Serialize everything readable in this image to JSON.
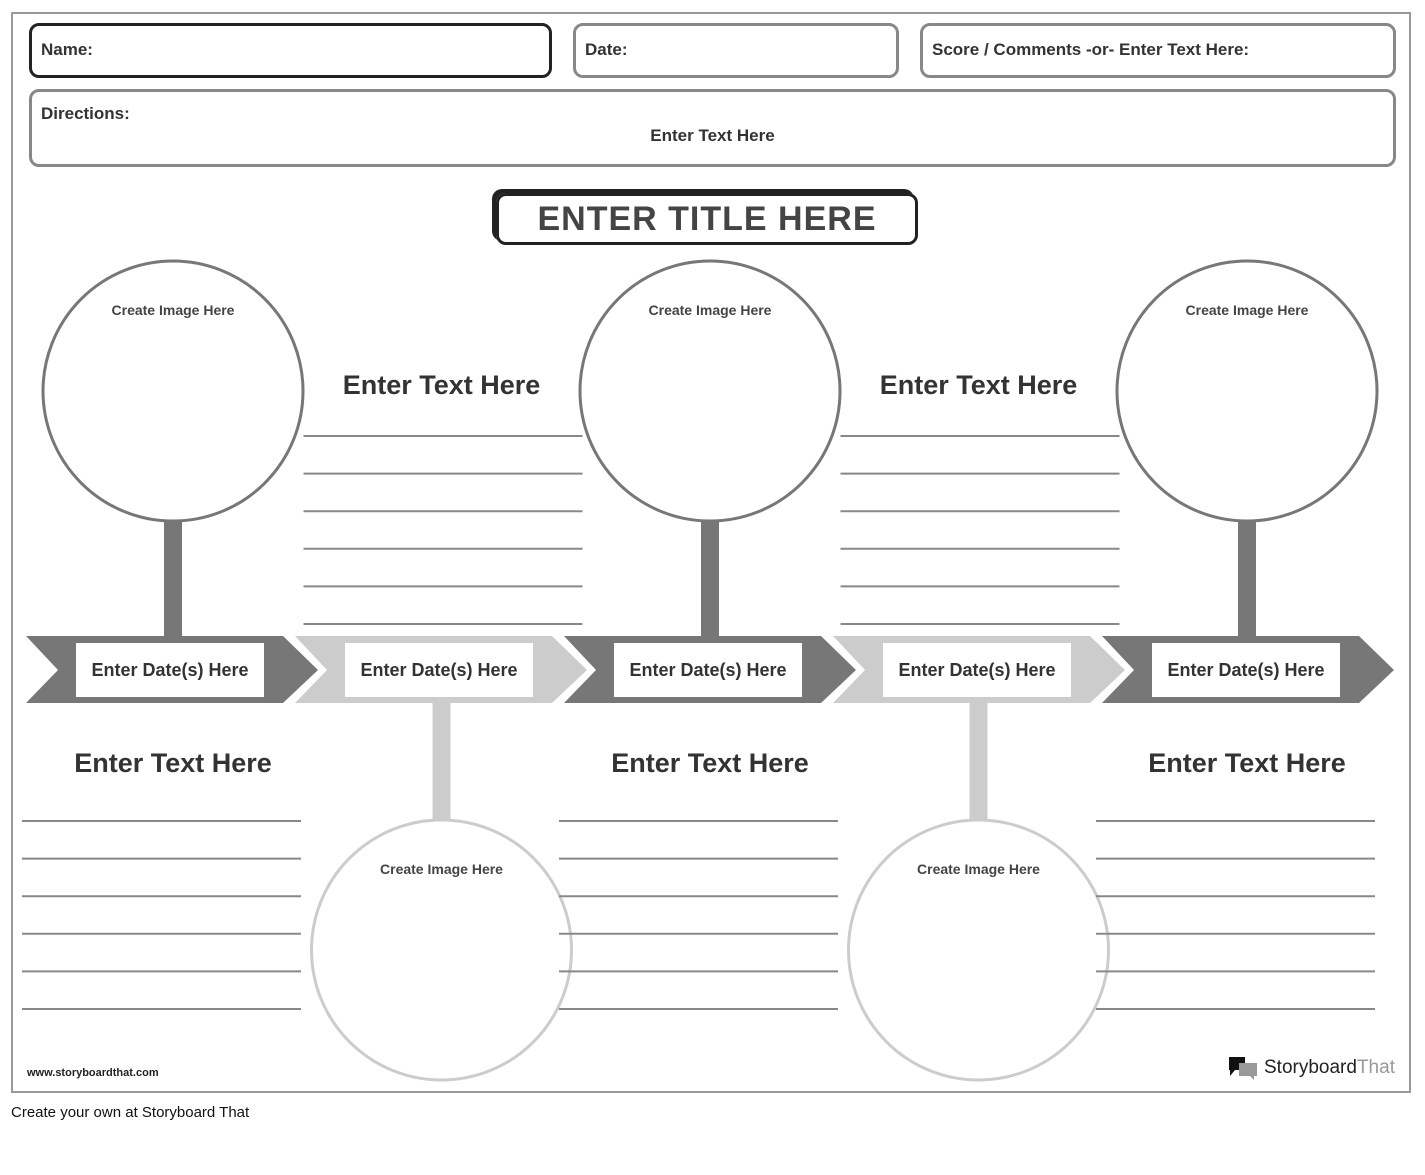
{
  "header": {
    "name_label": "Name:",
    "date_label": "Date:",
    "score_label": "Score / Comments -or- Enter Text Here:"
  },
  "directions": {
    "label": "Directions:",
    "text": "Enter Text Here"
  },
  "title": "ENTER TITLE HERE",
  "events": [
    {
      "image": "Create Image Here",
      "text": "Enter Text Here",
      "date": "Enter Date(s) Here"
    },
    {
      "image": "Create Image Here",
      "text": "Enter Text Here",
      "date": "Enter Date(s) Here"
    },
    {
      "image": "Create Image Here",
      "text": "Enter Text Here",
      "date": "Enter Date(s) Here"
    },
    {
      "image": "Create Image Here",
      "text": "Enter Text Here",
      "date": "Enter Date(s) Here"
    },
    {
      "image": "Create Image Here",
      "text": "Enter Text Here",
      "date": "Enter Date(s) Here"
    }
  ],
  "colors": {
    "dark": "#777777",
    "light": "#cccccc"
  },
  "footer": {
    "url": "www.storyboardthat.com",
    "logo": "StoryboardThat",
    "logo_a": "Storyboard",
    "logo_b": "That",
    "credit": "Create your own at Storyboard That"
  }
}
